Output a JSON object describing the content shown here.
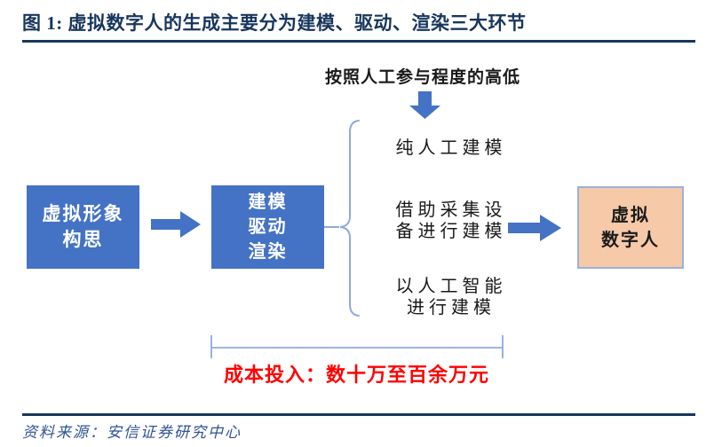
{
  "title": {
    "label": "图 1:  虚拟数字人的生成主要分为建模、驱动、渲染三大环节"
  },
  "diagram": {
    "criteria_label": "按照人工参与程度的高低",
    "left_box": {
      "lines": [
        "虚拟形象",
        "构思"
      ]
    },
    "middle_box": {
      "lines": [
        "建模",
        "驱动",
        "渲染"
      ]
    },
    "methods": [
      {
        "lines": [
          "纯人工建模",
          ""
        ]
      },
      {
        "lines": [
          "借助采集设",
          "备进行建模"
        ]
      },
      {
        "lines": [
          "以人工智能",
          "进行建模"
        ]
      }
    ],
    "right_box": {
      "lines": [
        "虚拟",
        "数字人"
      ]
    },
    "cost_label": "成本投入：数十万至百余万元"
  },
  "footer": {
    "source_label": "资料来源：安信证券研究中心"
  },
  "colors": {
    "navy": "#17365D",
    "box_blue": "#4472C4",
    "arrow_blue": "#4472C4",
    "brace_blue": "#8FAADC",
    "peach_fill": "#F6C9A8",
    "peach_border": "#9AB1DD",
    "cost_red": "#FF0000",
    "source_blue": "#2F5496",
    "text_black": "#1A1A1A"
  }
}
